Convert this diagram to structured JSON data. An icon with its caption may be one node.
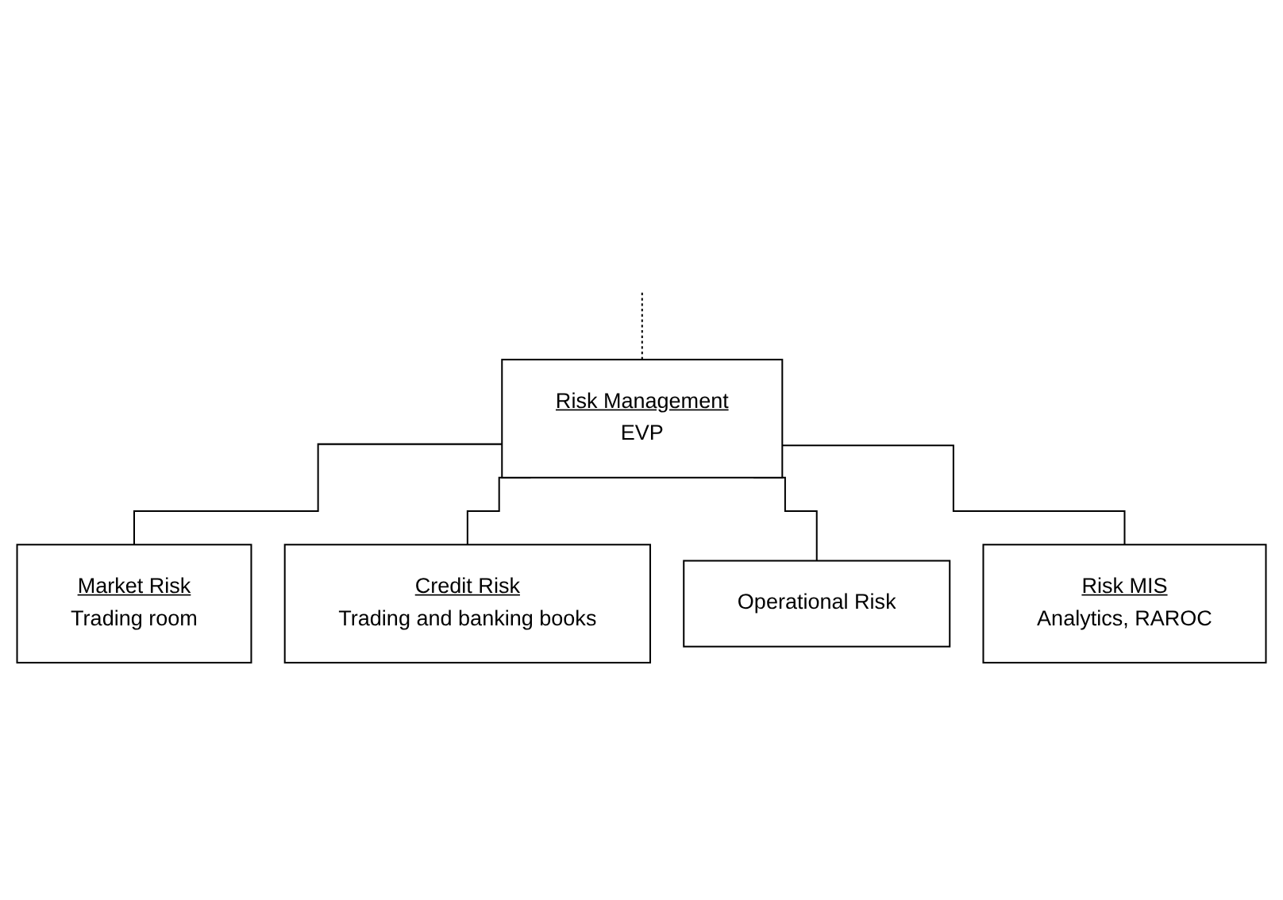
{
  "diagram": {
    "nodes": [
      {
        "text": [
          "Risk Management",
          "EVP"
        ]
      },
      {
        "text": [
          "Market Risk",
          "Trading room"
        ]
      },
      {
        "text": [
          "Credit Risk",
          "Trading and banking books"
        ]
      },
      {
        "text": [
          "Operational Risk"
        ]
      },
      {
        "text": [
          "Risk MIS",
          "Analytics, RAROC"
        ]
      }
    ],
    "edges": [
      {
        "from": null,
        "to": 0,
        "arrow": "none",
        "style": "dashed"
      },
      {
        "from": 0,
        "to": 1,
        "arrow": "none"
      },
      {
        "from": 0,
        "to": 2,
        "arrow": "none"
      },
      {
        "from": 0,
        "to": 3,
        "arrow": "none"
      },
      {
        "from": 0,
        "to": 4,
        "arrow": "none"
      }
    ]
  }
}
